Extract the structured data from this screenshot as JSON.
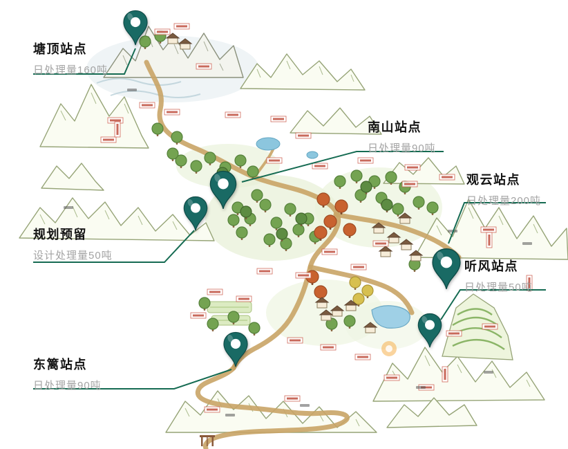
{
  "stations": [
    {
      "id": "tangding",
      "name": "塘顶站点",
      "capacity": "日处理量160吨"
    },
    {
      "id": "nanshan",
      "name": "南山站点",
      "capacity": "日处理量90吨"
    },
    {
      "id": "guanyun",
      "name": "观云站点",
      "capacity": "日处理量200吨"
    },
    {
      "id": "guihuayuliu",
      "name": "规划预留",
      "capacity": "设计处理量50吨"
    },
    {
      "id": "tingfeng",
      "name": "听风站点",
      "capacity": "日处理量50吨"
    },
    {
      "id": "dongli",
      "name": "东篱站点",
      "capacity": "日处理量90吨"
    }
  ],
  "colors": {
    "pin": "#196a64",
    "pin_border": "#0d4a46",
    "connector": "#156b52",
    "station_title": "#141414",
    "station_subtitle": "#a3a3a3"
  }
}
